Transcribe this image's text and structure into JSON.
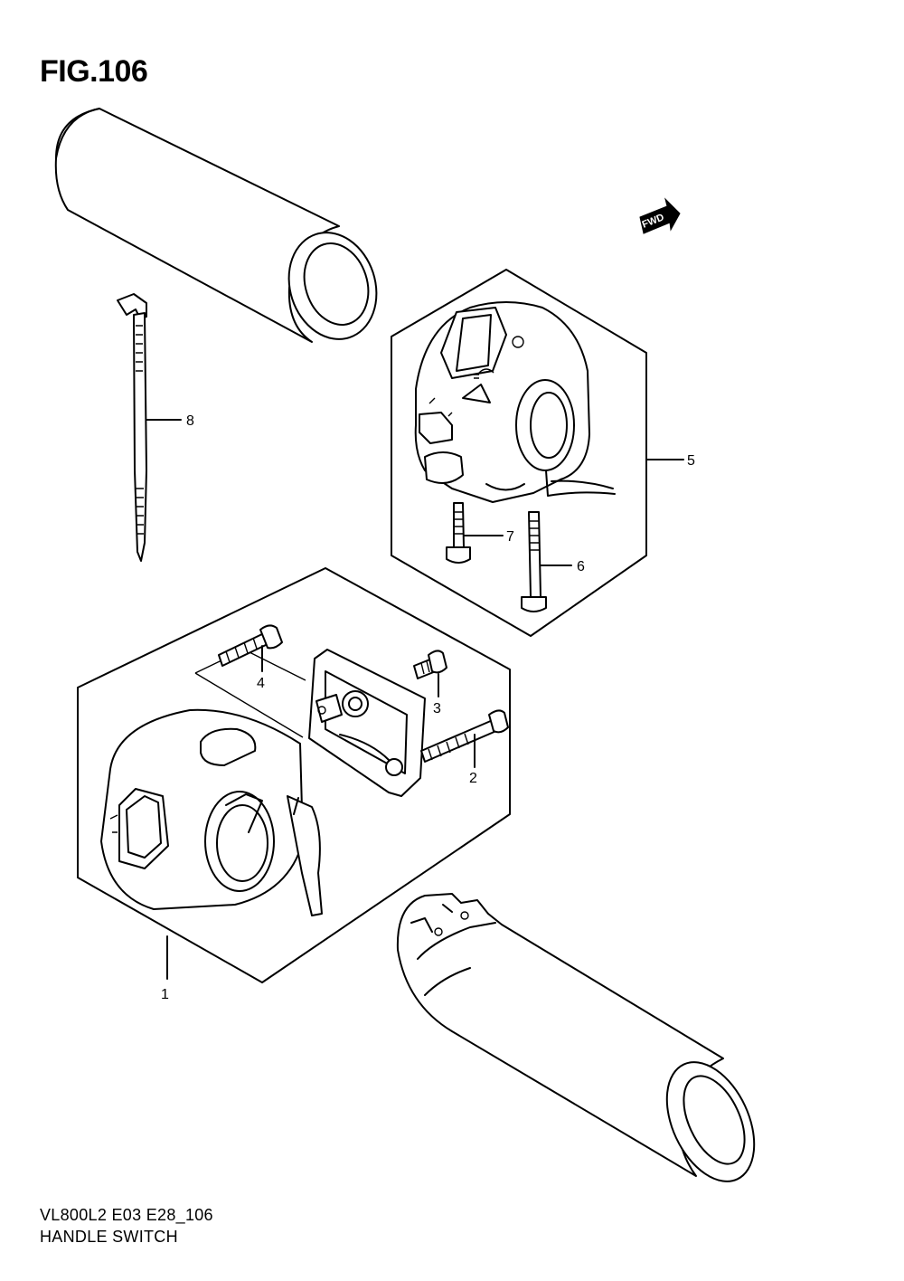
{
  "figure": {
    "title": "FIG.106"
  },
  "footer": {
    "model_code": "VL800L2 E03 E28_106",
    "section_name": "HANDLE SWITCH"
  },
  "fwd_label": "FWD",
  "callouts": {
    "c1": "1",
    "c2": "2",
    "c3": "3",
    "c4": "4",
    "c5": "5",
    "c6": "6",
    "c7": "7",
    "c8": "8"
  }
}
